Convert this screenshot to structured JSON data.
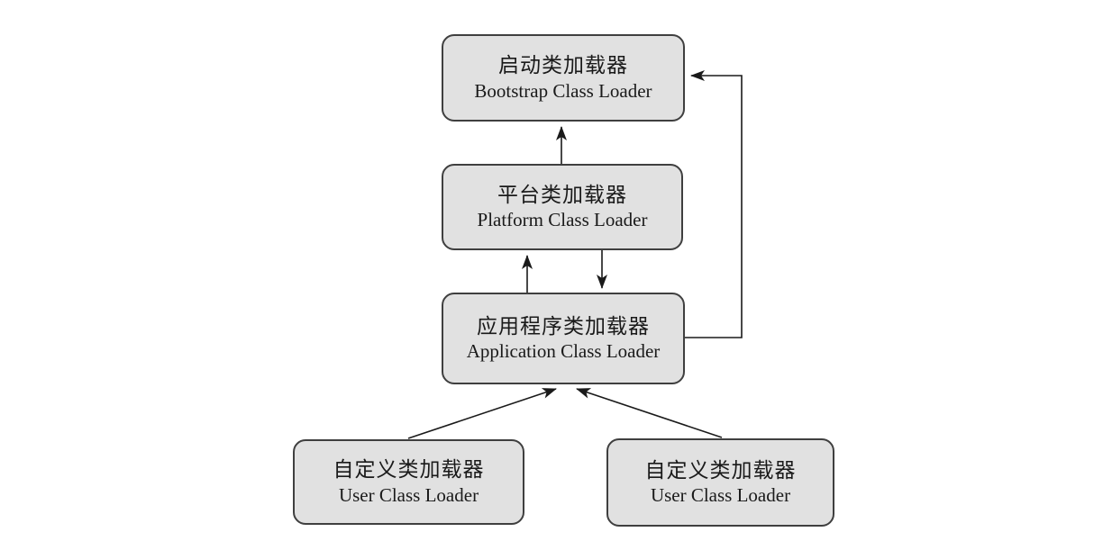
{
  "diagram": {
    "description": "JVM class loader delegation hierarchy diagram",
    "colors": {
      "node_fill": "#e1e1e1",
      "node_border": "#3f3f3f",
      "edge": "#1a1a1a",
      "background": "#ffffff",
      "text": "#1a1a1a"
    },
    "nodes": [
      {
        "id": "bootstrap",
        "label_zh": "启动类加载器",
        "label_en": "Bootstrap Class Loader"
      },
      {
        "id": "platform",
        "label_zh": "平台类加载器",
        "label_en": "Platform Class Loader"
      },
      {
        "id": "application",
        "label_zh": "应用程序类加载器",
        "label_en": "Application Class Loader"
      },
      {
        "id": "user-left",
        "label_zh": "自定义类加载器",
        "label_en": "User Class Loader"
      },
      {
        "id": "user-right",
        "label_zh": "自定义类加载器",
        "label_en": "User Class Loader"
      }
    ],
    "edges": [
      {
        "from": "platform",
        "to": "bootstrap",
        "style": "straight-up-arrow"
      },
      {
        "from": "application",
        "to": "platform",
        "style": "straight-up-arrow"
      },
      {
        "from": "platform",
        "to": "application",
        "style": "straight-down-arrow"
      },
      {
        "from": "user-left",
        "to": "application",
        "style": "diagonal-up-arrow"
      },
      {
        "from": "user-right",
        "to": "application",
        "style": "diagonal-up-arrow"
      },
      {
        "from": "application",
        "to": "bootstrap",
        "style": "right-side-elbow-arrow"
      }
    ]
  }
}
